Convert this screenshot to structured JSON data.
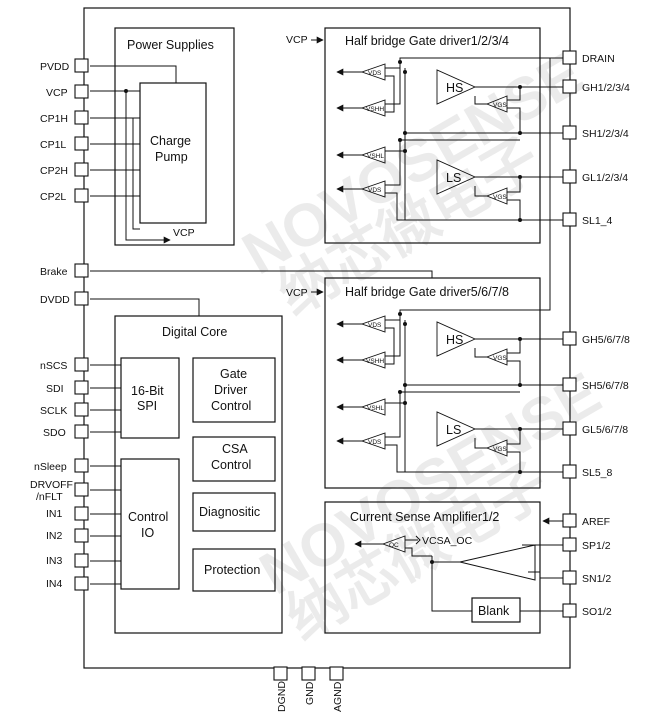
{
  "watermark": {
    "text_en": "NOVOSENSE",
    "text_cn": "纳芯微电子"
  },
  "blocks": {
    "power_supplies": "Power Supplies",
    "charge_pump": [
      "Charge",
      "Pump"
    ],
    "vcp_out": "VCP",
    "hb1": "Half bridge Gate driver1/2/3/4",
    "hb2": "Half bridge Gate driver5/6/7/8",
    "digital_core": "Digital Core",
    "spi": [
      "16-Bit",
      "SPI"
    ],
    "control_io": [
      "Control",
      "IO"
    ],
    "gate_driver_control": [
      "Gate",
      "Driver",
      "Control"
    ],
    "csa_control": [
      "CSA",
      "Control"
    ],
    "diagnostic": "Diagnositic",
    "protection": "Protection",
    "csa": "Current Sense Amplifier1/2",
    "blank": "Blank",
    "vcsa_oc": "VCSA_OC",
    "oc": "OC",
    "hs": "HS",
    "ls": "LS",
    "vds": "VDS",
    "vshh": "VSHH",
    "vshl": "VSHL",
    "vgs": "VGS",
    "vcp_hb": "VCP"
  },
  "left_pins": [
    "PVDD",
    "VCP",
    "CP1H",
    "CP1L",
    "CP2H",
    "CP2L",
    "Brake",
    "DVDD",
    "nSCS",
    "SDI",
    "SCLK",
    "SDO",
    "nSleep",
    "DRVOFF",
    "/nFLT",
    "IN1",
    "IN2",
    "IN3",
    "IN4"
  ],
  "right_pins": [
    "DRAIN",
    "GH1/2/3/4",
    "SH1/2/3/4",
    "GL1/2/3/4",
    "SL1_4",
    "GH5/6/7/8",
    "SH5/6/7/8",
    "GL5/6/7/8",
    "SL5_8",
    "AREF",
    "SP1/2",
    "SN1/2",
    "SO1/2"
  ],
  "bottom_pins": [
    "DGND",
    "GND",
    "AGND"
  ]
}
